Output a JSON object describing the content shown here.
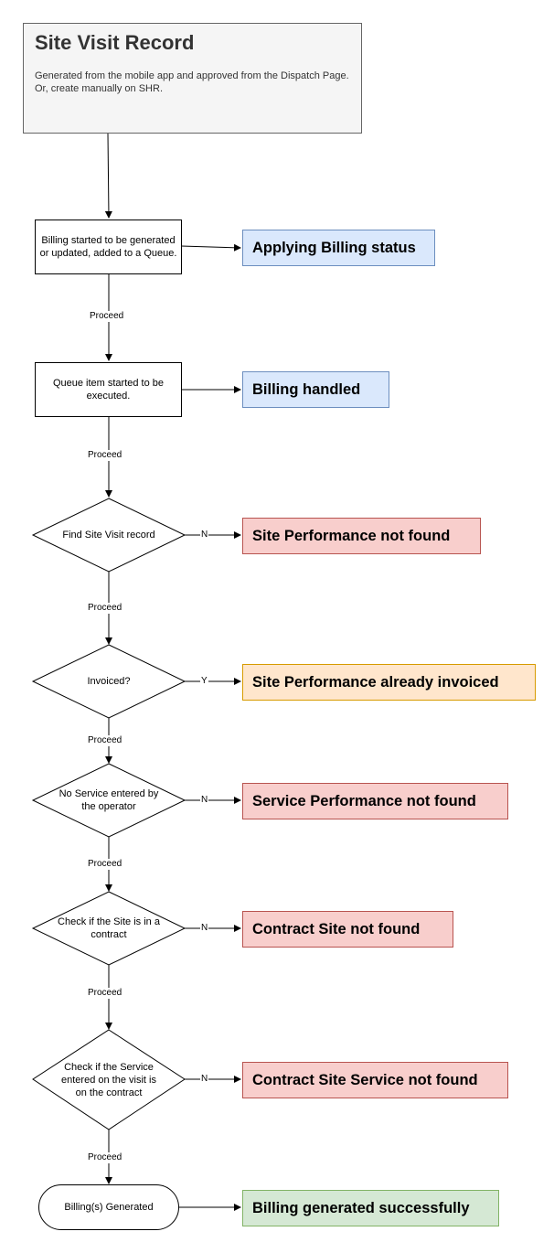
{
  "header": {
    "title": "Site Visit Record",
    "description": "Generated from the mobile app and approved from the Dispatch Page.\nOr, create manually on SHR."
  },
  "steps": {
    "billing_started": "Billing started to be generated or updated, added to a Queue.",
    "queue_item": "Queue item started to be executed.",
    "find_site_visit": "Find Site Visit record",
    "invoiced": "Invoiced?",
    "no_service": "No Service entered by the operator",
    "check_site_contract": "Check if the Site is in a contract",
    "check_service_contract": "Check if the Service entered on the visit is on the contract",
    "billing_generated": "Billing(s) Generated"
  },
  "statuses": {
    "applying": "Applying Billing status",
    "handled": "Billing handled",
    "site_perf_not_found": "Site Performance not found",
    "already_invoiced": "Site Performance already invoiced",
    "service_perf_not_found": "Service Performance not found",
    "contract_site_not_found": "Contract Site not found",
    "contract_site_service_not_found": "Contract Site Service not found",
    "success": "Billing generated successfully"
  },
  "edge_labels": {
    "proceed": "Proceed",
    "no": "N",
    "yes": "Y"
  },
  "colors": {
    "blue_fill": "#dae8fc",
    "red_fill": "#f8cecc",
    "orange_fill": "#ffe6cc",
    "green_fill": "#d5e8d4"
  }
}
